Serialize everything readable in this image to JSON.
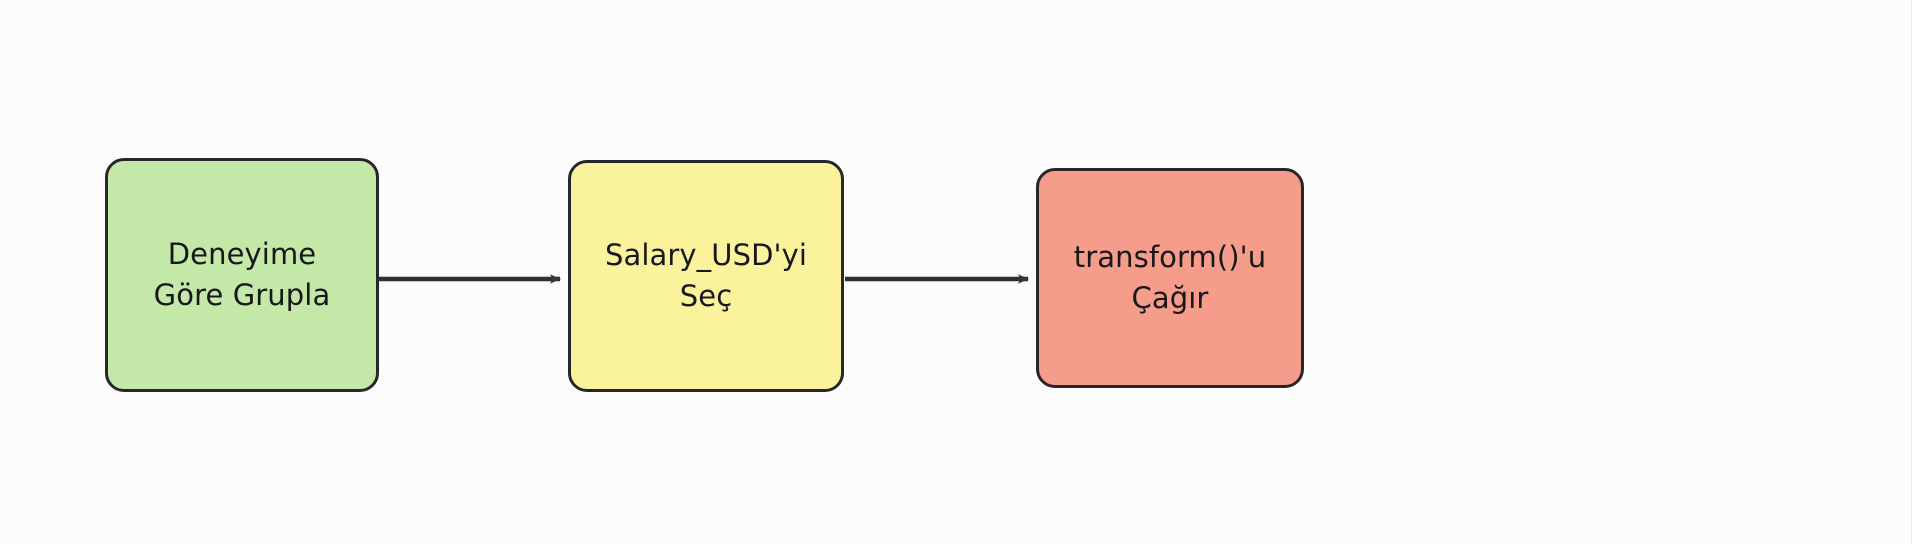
{
  "diagram": {
    "type": "flowchart",
    "direction": "left-to-right",
    "background_color": "#fcfcfc",
    "node_border_color": "#26262b",
    "edge_color": "#33363b",
    "nodes": [
      {
        "id": "group",
        "label": "Deneyime\nGöre Grupla",
        "fill_color": "#c4e8a7",
        "shape": "rounded-rectangle"
      },
      {
        "id": "select",
        "label": "Salary_USD'yi\nSeç",
        "fill_color": "#faf39b",
        "shape": "rounded-rectangle"
      },
      {
        "id": "transform",
        "label": "transform()'u\nÇağır",
        "fill_color": "#f59c8a",
        "shape": "rounded-rectangle"
      }
    ],
    "edges": [
      {
        "id": "edge-group-to-select",
        "from": "group",
        "to": "select",
        "label": "",
        "arrowhead": "filled-triangle"
      },
      {
        "id": "edge-select-to-transform",
        "from": "select",
        "to": "transform",
        "label": "",
        "arrowhead": "filled-triangle"
      }
    ]
  }
}
